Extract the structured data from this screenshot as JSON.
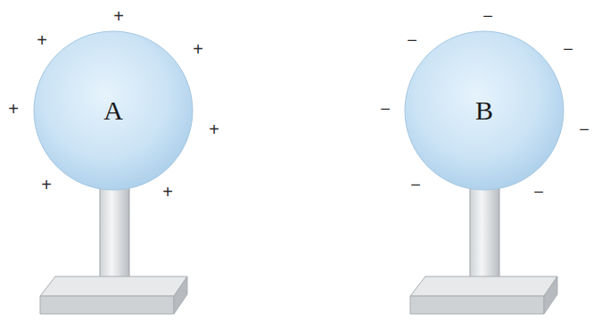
{
  "diagram": {
    "nodes": [
      {
        "text": [
          "A"
        ]
      },
      {
        "text": [
          "B"
        ]
      }
    ],
    "labels": [
      "+",
      "+",
      "+",
      "+",
      "+",
      "+",
      "+",
      "−",
      "−",
      "−",
      "−",
      "−",
      "−",
      "−"
    ]
  }
}
